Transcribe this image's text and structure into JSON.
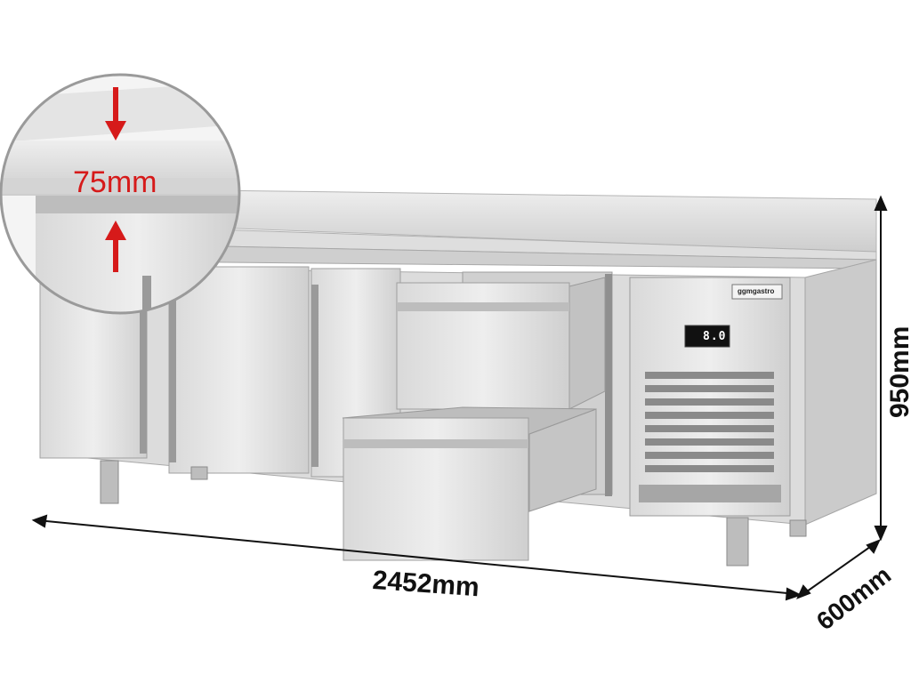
{
  "dimensions": {
    "width": "2452mm",
    "height": "950mm",
    "depth": "600mm",
    "worktop_thickness": "75mm"
  },
  "brand_label": "ggmgastro",
  "display_reading": "8.0",
  "colors": {
    "steel_light": "#e6e6e6",
    "steel_mid": "#c9c9c9",
    "steel_dark": "#8f8f8f",
    "accent_red": "#d61a1a",
    "dim_line": "#111111"
  }
}
